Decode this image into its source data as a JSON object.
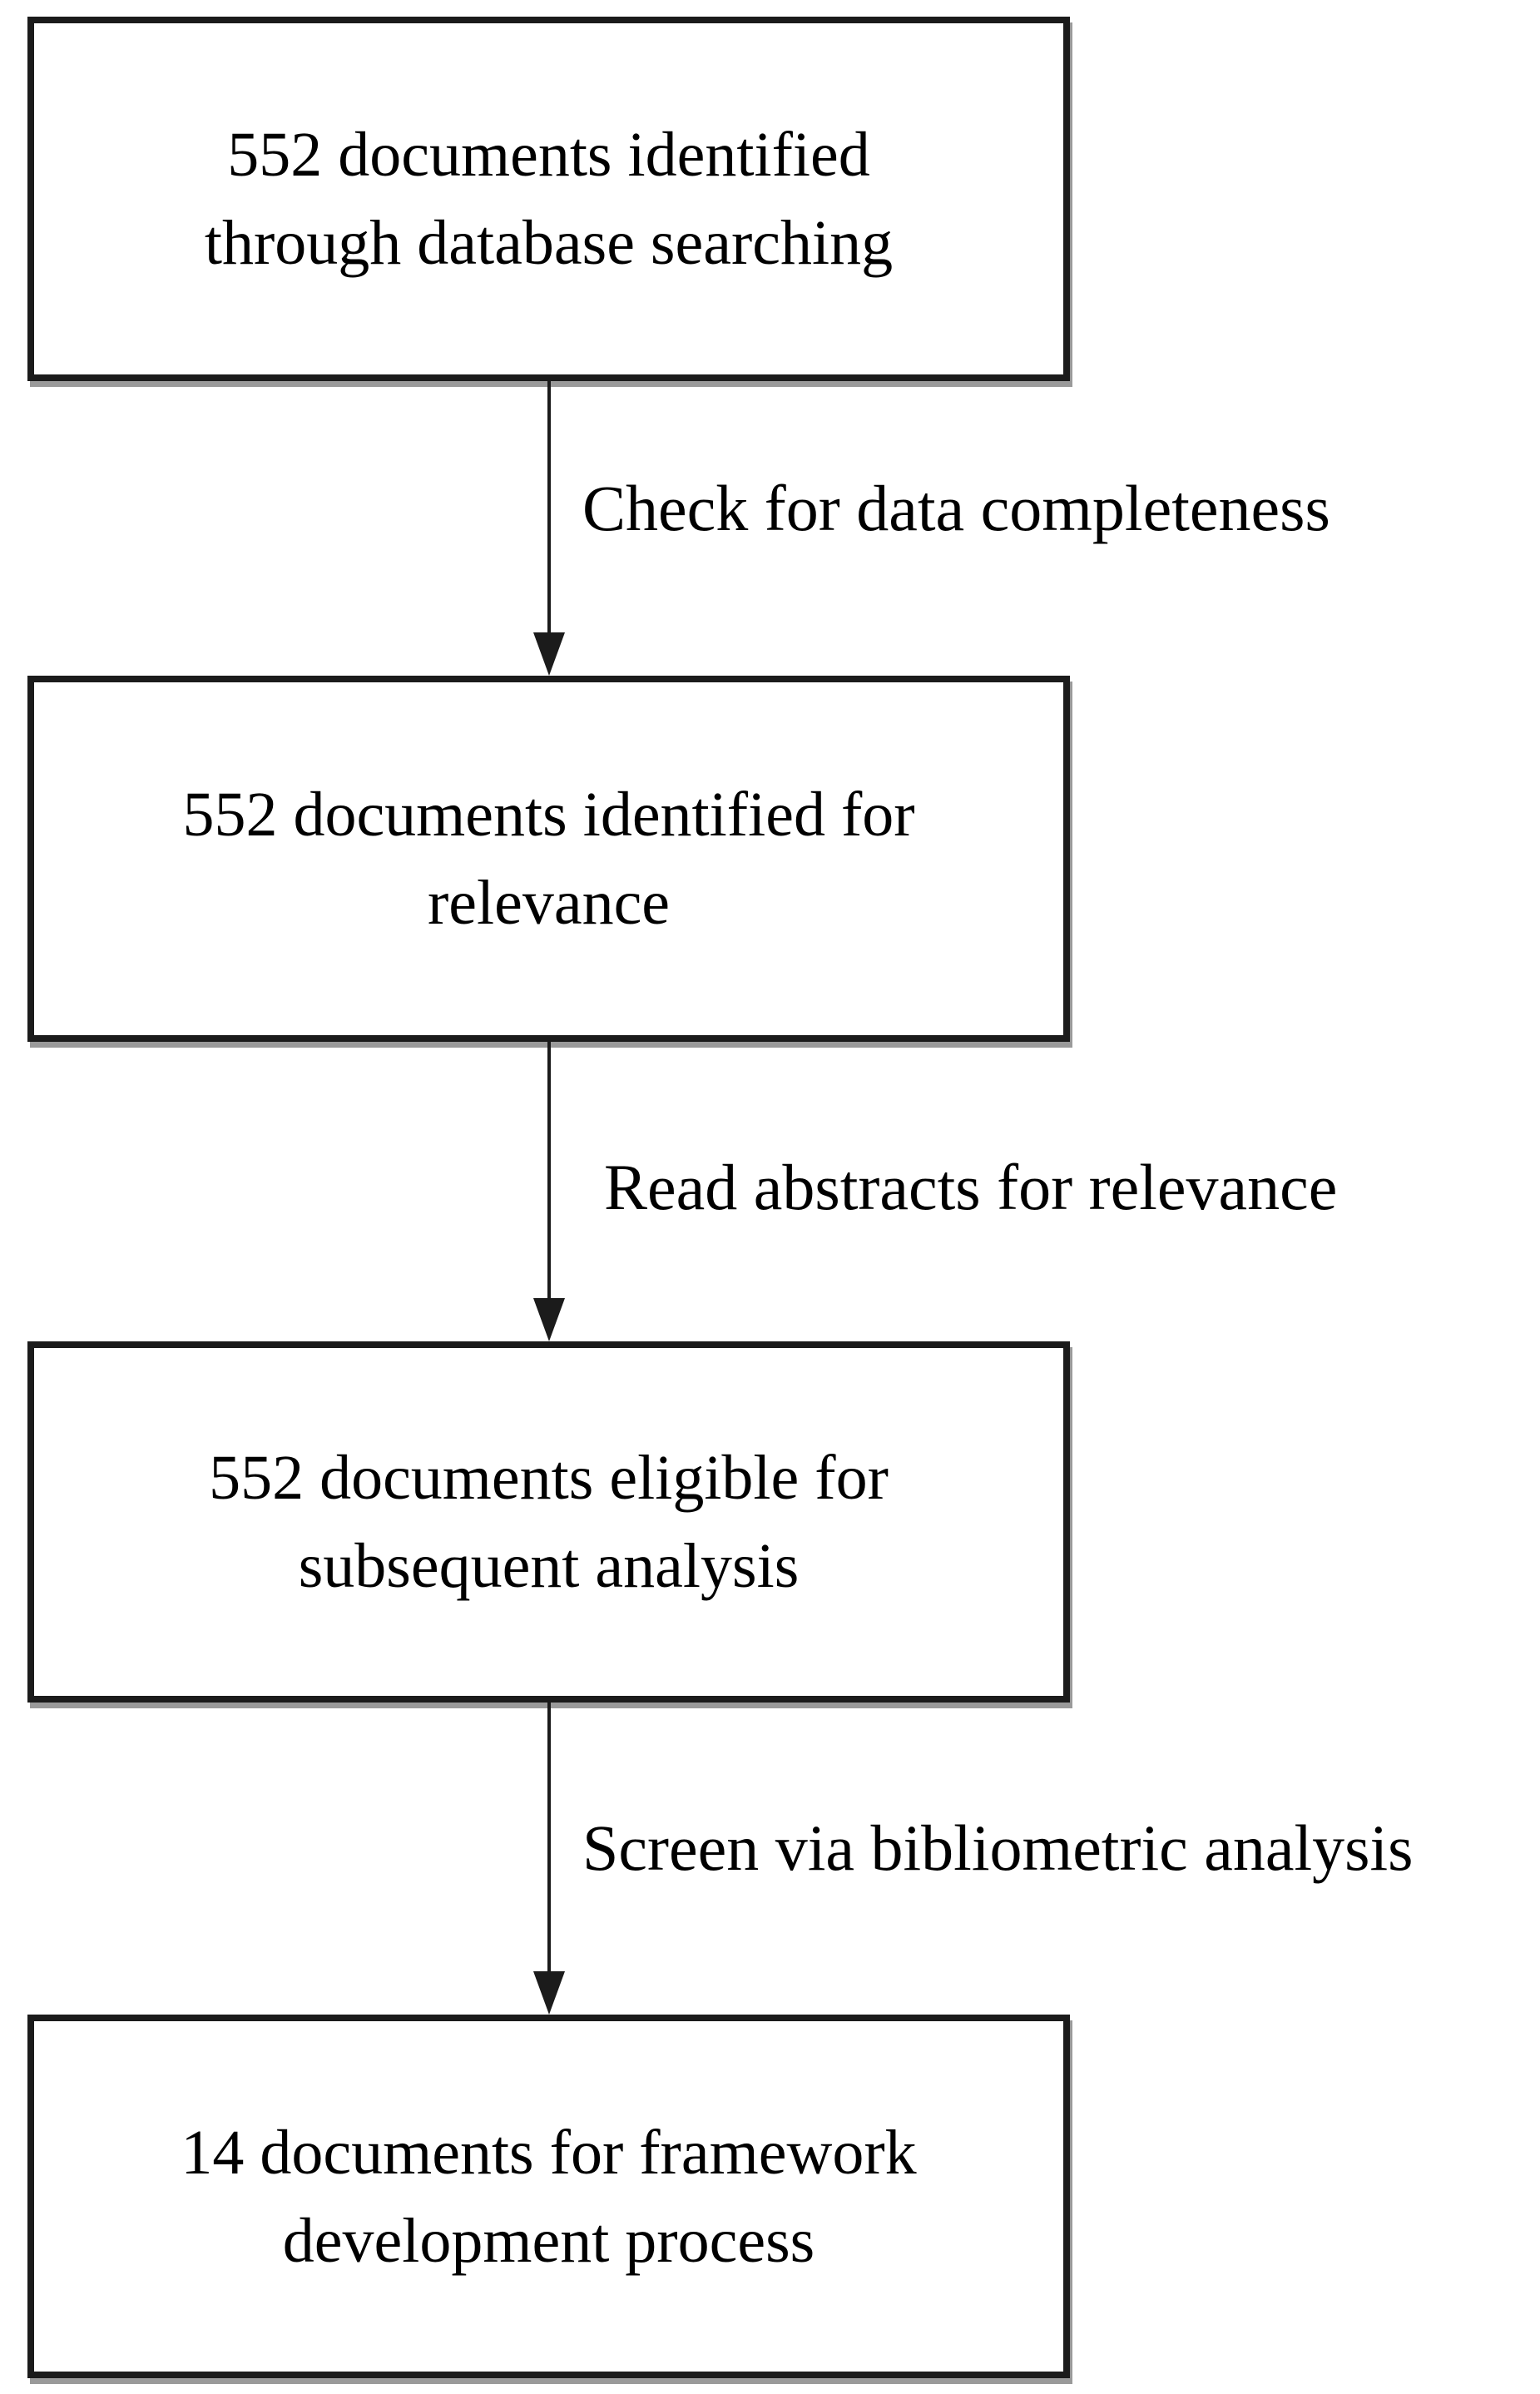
{
  "flowchart": {
    "colors": {
      "background": "#ffffff",
      "line": "#1b1b1b",
      "text": "#000000",
      "shadow": "#9a9a9a"
    },
    "nodes": [
      {
        "id": "documents-identified-searching",
        "lines": [
          "552 documents identified",
          "through database searching"
        ]
      },
      {
        "id": "documents-identified-relevance",
        "lines": [
          "552 documents identified for",
          "relevance"
        ]
      },
      {
        "id": "documents-eligible-analysis",
        "lines": [
          "552 documents eligible for",
          "subsequent analysis"
        ]
      },
      {
        "id": "documents-framework-development",
        "lines": [
          "14 documents for framework",
          "development process"
        ]
      }
    ],
    "edges": [
      {
        "label": "Check for data completeness"
      },
      {
        "label": "Read abstracts for relevance"
      },
      {
        "label": "Screen via bibliometric analysis"
      }
    ]
  }
}
